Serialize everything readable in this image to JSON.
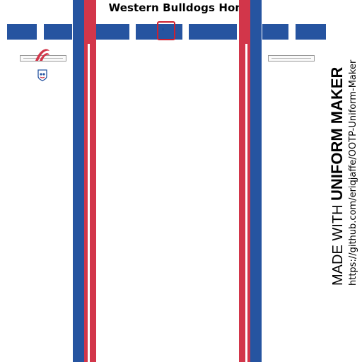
{
  "uniform": {
    "title": "Western Bulldogs Home",
    "colors": {
      "blue": "#2654a0",
      "red": "#d2364a",
      "white": "#ffffff",
      "buckle": "#cc2030"
    }
  },
  "brand": {
    "logo_icon": "asics-stripe-logo-icon",
    "badge_icon": "bulldogs-club-crest-icon"
  },
  "credit": {
    "made_with": "MADE WITH",
    "maker": "UNIFORM MAKER",
    "url": "https://github.com/eriqjaffe/OOTP-Uniform-Maker"
  }
}
